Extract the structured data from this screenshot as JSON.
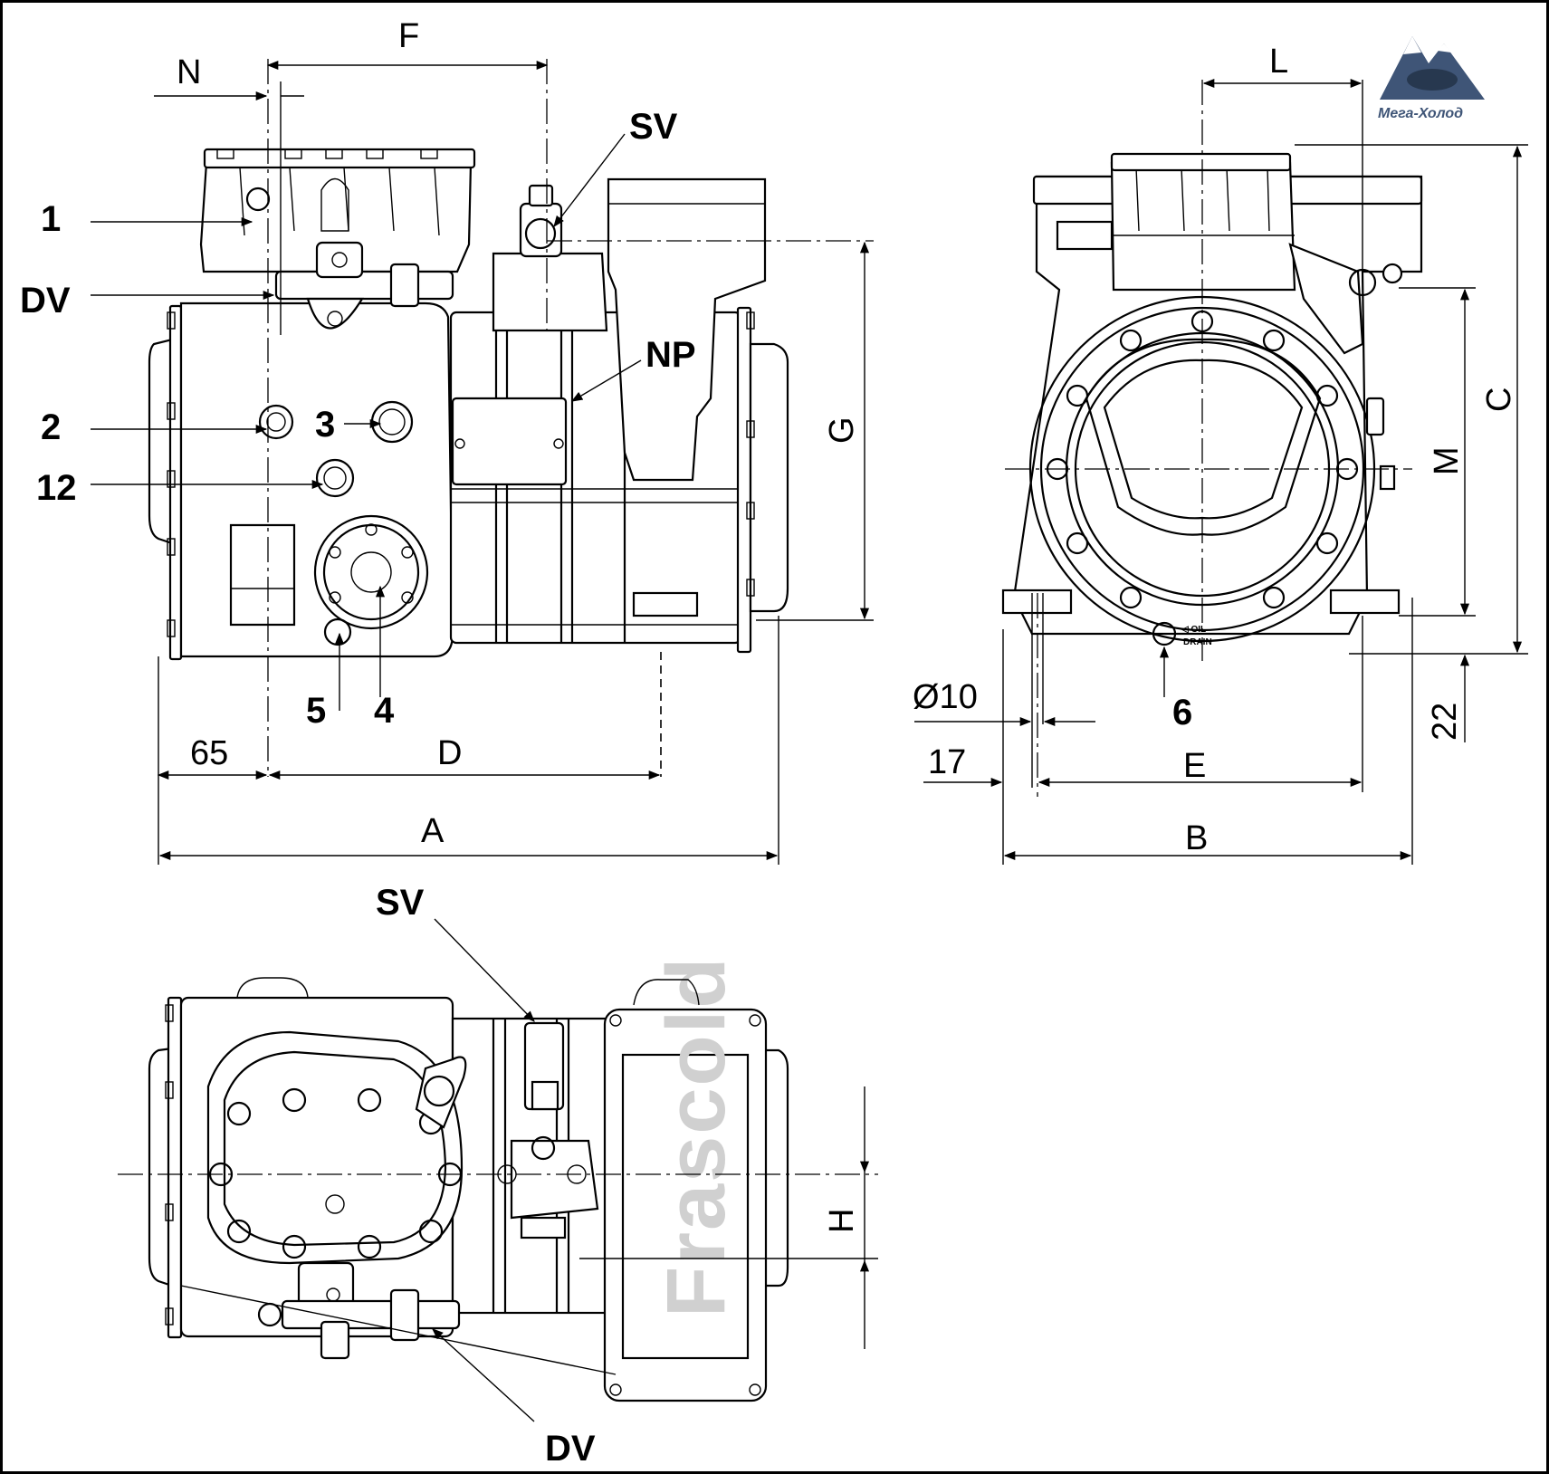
{
  "callouts": {
    "n1": "1",
    "dv_side": "DV",
    "n2": "2",
    "n3": "3",
    "n12": "12",
    "n5": "5",
    "n4": "4",
    "sv_side": "SV",
    "np": "NP",
    "n6": "6",
    "sv_top": "SV",
    "dv_top": "DV"
  },
  "dimensions": {
    "F": "F",
    "N": "N",
    "G": "G",
    "d65": "65",
    "D": "D",
    "A": "A",
    "L": "L",
    "C": "C",
    "M": "M",
    "phi10": "Ø10",
    "d17": "17",
    "E": "E",
    "d22": "22",
    "B": "B",
    "H": "H"
  },
  "oil_drain": {
    "line1": "◁ OIL",
    "line2": "DRAIN"
  },
  "brand_plate": "Frascold",
  "logo": {
    "text": "Мега-Холод",
    "color": "#3f5577"
  }
}
